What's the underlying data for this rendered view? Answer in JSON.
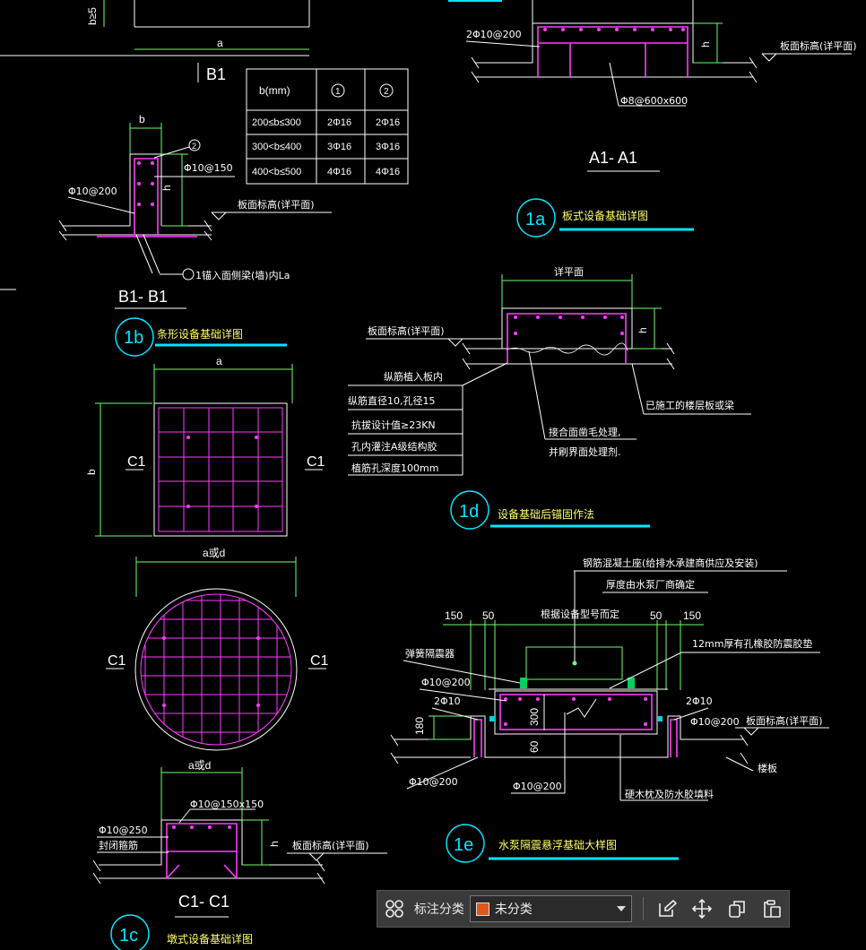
{
  "colors": {
    "rebar": "#ff3cff",
    "dim": "#6cff6c",
    "outline": "#ffffff",
    "cyan": "#00e6ff",
    "bg": "#000000",
    "selector_swatch": "#e0571e"
  },
  "b1": {
    "dim_b": "b",
    "dim_a": "a",
    "dim_b5": "b≥5",
    "section_title": "B1",
    "sec_title": "B1- B1",
    "lab_phi10_200": "Φ10@200",
    "lab_phi10_150": "Φ10@150",
    "lab_h": "h",
    "lab_floor": "板面标高(详平面)",
    "lab_circle2": "2",
    "lab_anchor": "1锚入面侧梁(墙)内La",
    "tag": "1b",
    "tag_title": "条形设备基础详图"
  },
  "table": {
    "header": [
      "b(mm)",
      "1",
      "2"
    ],
    "rows": [
      [
        "200≤b≤300",
        "2Φ16",
        "2Φ16"
      ],
      [
        "300<b≤400",
        "3Φ16",
        "3Φ16"
      ],
      [
        "400<b≤500",
        "4Φ16",
        "4Φ16"
      ]
    ]
  },
  "a1": {
    "lab_phi10_200": "2Φ10@200",
    "lab_h": "h",
    "lab_floor": "板面标高(详平面)",
    "lab_mesh": "Φ8@600x600",
    "sec_title": "A1- A1",
    "tag": "1a",
    "tag_title": "板式设备基础详图"
  },
  "d1": {
    "lab_top": "详平面",
    "lab_h": "h",
    "lab_floor": "板面标高(详平面)",
    "notes": [
      "纵筋植入板内",
      "纵筋直径10,孔径15",
      "抗拔设计值≥23KN",
      "孔内灌注A级结构胶",
      "植筋孔深度100mm"
    ],
    "lab_rough1": "接合面凿毛处理,",
    "lab_rough2": "并刷界面处理剂.",
    "lab_existing": "已施工的楼层板或梁",
    "tag": "1d",
    "tag_title": "设备基础后锚固作法"
  },
  "c1": {
    "dim_a": "a",
    "dim_b": "b",
    "lab_c1": "C1",
    "dim_ad": "a或d",
    "lab_mesh": "Φ10@150x150",
    "lab_phi10_250": "Φ10@250",
    "lab_seal": "封闭箍筋",
    "lab_h": "h",
    "lab_floor": "板面标高(详平面)",
    "sec_title": "C1- C1",
    "tag": "1c",
    "tag_title": "墩式设备基础详图"
  },
  "e1": {
    "lab_top1": "钢筋混凝土座(给排水承建商供应及安装)",
    "lab_top2": "厚度由水泵厂商确定",
    "d150": "150",
    "d50": "50",
    "lab_mid": "根据设备型号而定",
    "lab_isolator": "弹簧隔震器",
    "lab_pad": "12mm厚有孔橡胶防震胶垫",
    "lab_phi10_200": "Φ10@200",
    "lab_2phi10": "2Φ10",
    "lab_300": "300",
    "lab_180": "180",
    "lab_60": "60",
    "lab_floor": "板面标高(详平面)",
    "lab_slab": "楼板",
    "lab_fill": "硬木枕及防水胶填料",
    "tag": "1e",
    "tag_title": "水泵隔震悬浮基础大样图"
  },
  "toolbar": {
    "label": "标注分类",
    "selected": "未分类"
  }
}
